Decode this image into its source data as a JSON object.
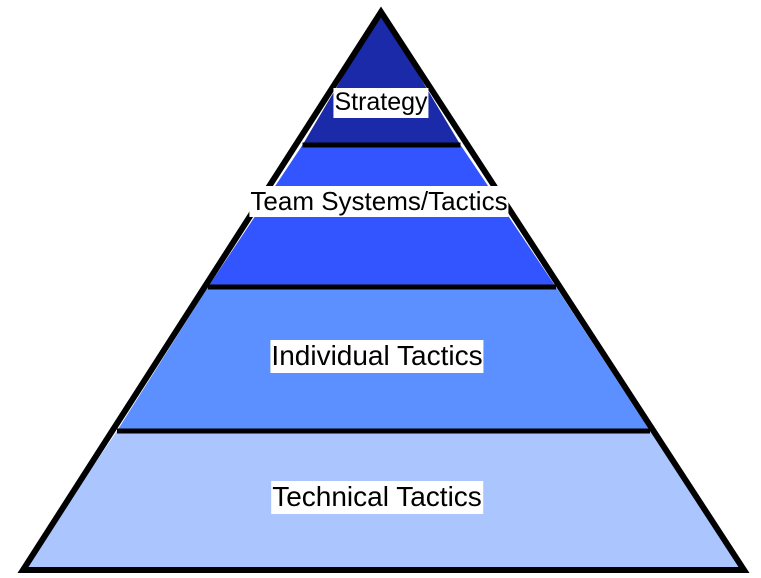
{
  "pyramid": {
    "tiers": [
      {
        "label": "Strategy",
        "color": "#1a2aa8"
      },
      {
        "label": "Team Systems/Tactics",
        "color": "#3355ff"
      },
      {
        "label": "Individual Tactics",
        "color": "#5c8fff"
      },
      {
        "label": "Technical Tactics",
        "color": "#abc6ff"
      }
    ],
    "outline_color": "#000000"
  }
}
